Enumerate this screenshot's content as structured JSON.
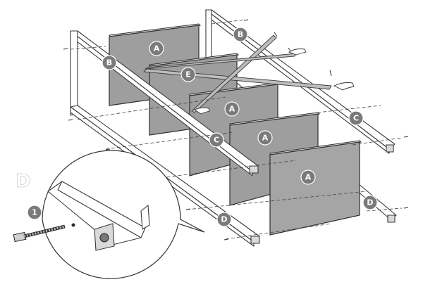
{
  "section_label": "D",
  "labels": {
    "A": "A",
    "B": "B",
    "C": "C",
    "D": "D",
    "E": "E",
    "detail_part": "1"
  },
  "colors": {
    "panel": "#9e9e9e",
    "callout": "#7a7a7a",
    "line": "#3a3a3a"
  },
  "icons": [
    "screw-icon",
    "hand-icon",
    "bolt-icon"
  ]
}
